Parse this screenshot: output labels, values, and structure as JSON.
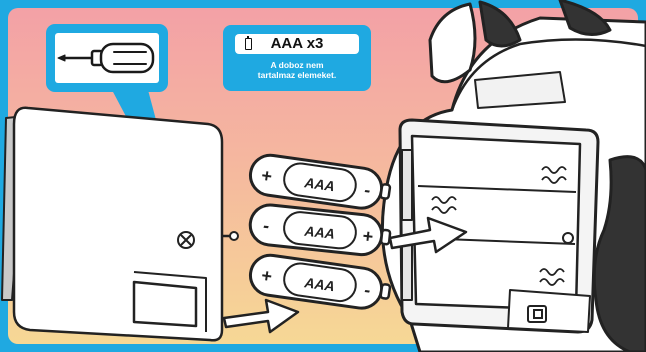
{
  "tool_box": {
    "icon": "screwdriver-icon"
  },
  "battery_note": {
    "label": "AAA x3",
    "line1": "A doboz nem",
    "line2": "tartalmaz elemeket.",
    "icon": "battery-icon"
  },
  "batteries": [
    {
      "left_symbol": "+",
      "label": "AAA",
      "right_symbol": "-"
    },
    {
      "left_symbol": "-",
      "label": "AAA",
      "right_symbol": "+"
    },
    {
      "left_symbol": "+",
      "label": "AAA",
      "right_symbol": "-"
    }
  ],
  "colors": {
    "frame_blue": "#1fa9e1",
    "gradient_top": "#f3a1a6",
    "gradient_bottom": "#f6d895",
    "outline": "#222222"
  }
}
